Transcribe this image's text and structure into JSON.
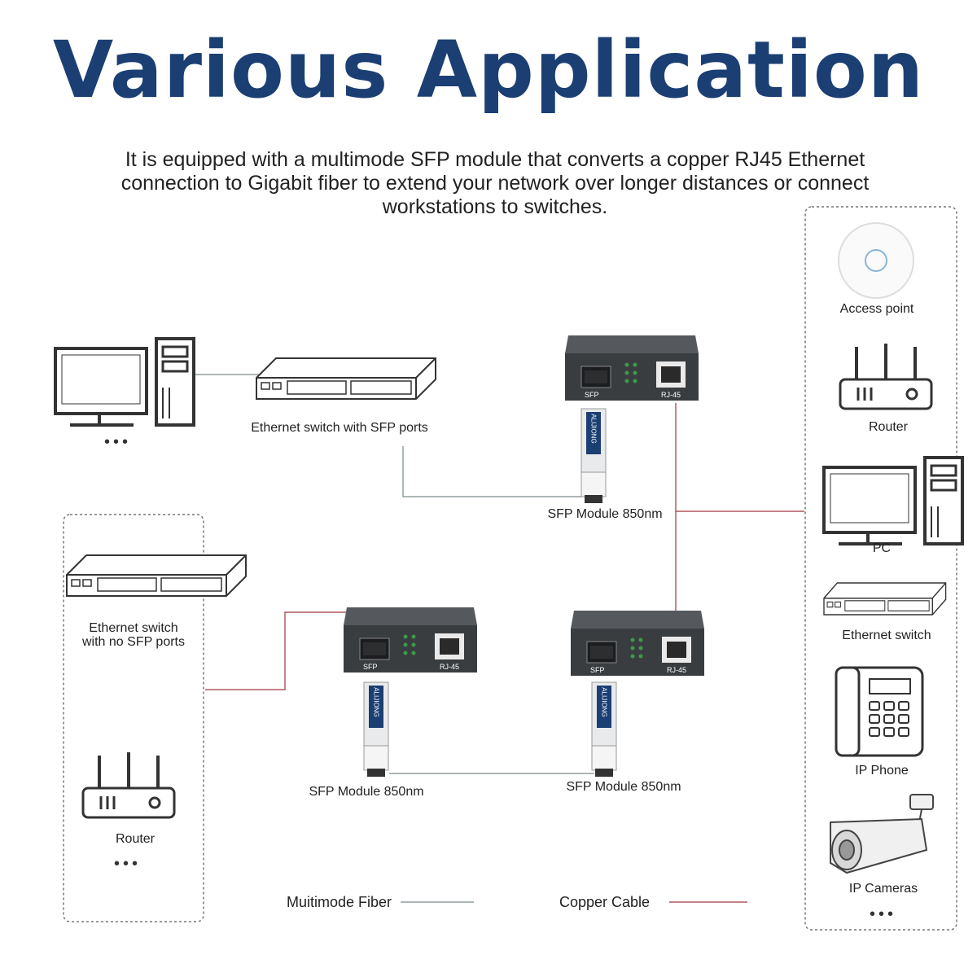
{
  "title": "Various Application",
  "subtitle": "It is equipped with a multimode SFP module that converts a copper RJ45 Ethernet connection to Gigabit fiber to extend your network over longer distances or connect workstations to switches.",
  "labels": {
    "ethernet_switch_sfp": "Ethernet switch with SFP ports",
    "sfp_module_top": "SFP Module 850nm",
    "sfp_module_left": "SFP Module 850nm",
    "sfp_module_right": "SFP Module 850nm",
    "ethernet_switch_no_sfp_line1": "Ethernet switch",
    "ethernet_switch_no_sfp_line2": "with no SFP ports",
    "router_left": "Router",
    "access_point": "Access point",
    "router_right": "Router",
    "pc": "PC",
    "ethernet_switch_right": "Ethernet switch",
    "ip_phone": "IP Phone",
    "ip_cameras": "IP Cameras",
    "port_sfp": "SFP",
    "port_rj45": "RJ-45",
    "module_brand": "ALIJIONG"
  },
  "ellipsis": "•••",
  "legend": {
    "fiber": "Muitimode Fiber",
    "copper": "Copper Cable"
  },
  "colors": {
    "title": "#1b3f73",
    "fiber_line": "#7a8a8a",
    "copper_line": "#a0353a",
    "device_body": "#3a3d40"
  }
}
